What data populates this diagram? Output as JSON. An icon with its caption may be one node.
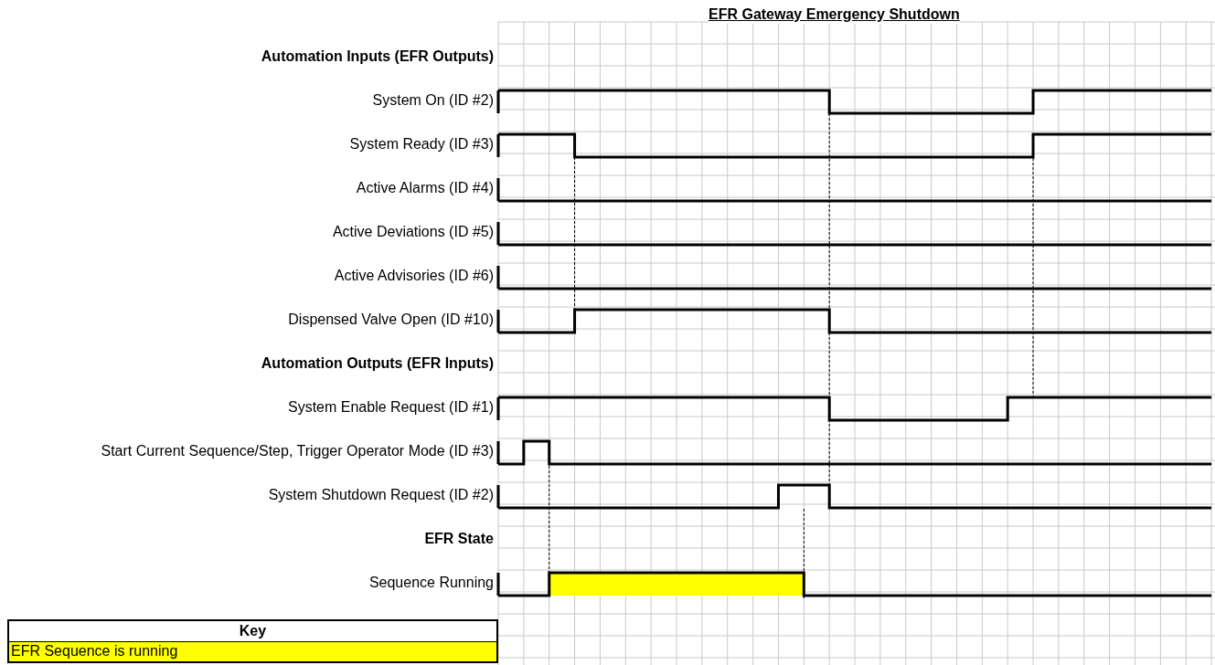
{
  "diagram": {
    "title": "EFR Gateway Emergency Shutdown",
    "labels": [
      "Automation Inputs (EFR Outputs)",
      "System On (ID #2)",
      "System Ready (ID #3)",
      "Active Alarms (ID #4)",
      "Active Deviations (ID #5)",
      "Active Advisories (ID #6)",
      "Dispensed Valve Open (ID #10)",
      "Automation Outputs (EFR Inputs)",
      "System Enable Request (ID #1)",
      "Start Current Sequence/Step, Trigger Operator Mode (ID #3)",
      "System Shutdown Request (ID #2)",
      "EFR State",
      "Sequence Running",
      "Key"
    ],
    "legend": [
      {
        "text": "EFR Sequence is running",
        "color": "#ffff00"
      }
    ]
  }
}
